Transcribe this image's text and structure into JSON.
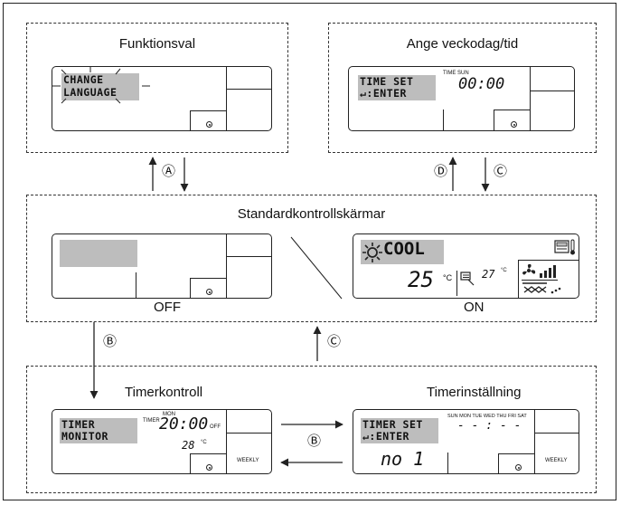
{
  "boxes": {
    "function_select": {
      "title": "Funktionsval",
      "lcd_line1": "CHANGE",
      "lcd_line2": "LANGUAGE"
    },
    "weekday_time": {
      "title": "Ange veckodag/tid",
      "lcd_line1": "TIME SET",
      "lcd_line2": "↵:ENTER",
      "small_label": "TIME SUN",
      "time": "00:00"
    },
    "standard": {
      "title": "Standardkontrollskärmar",
      "off_label": "OFF",
      "on_label": "ON",
      "mode": "COOL",
      "set_temp": "25",
      "room_temp": "27",
      "unit_c": "°C",
      "unit_c_small": "°C"
    },
    "timer_monitor": {
      "title": "Timerkontroll",
      "lcd_line1": "TIMER",
      "lcd_line2": "MONITOR",
      "timer_label": "TIMER",
      "day": "MON",
      "time": "20:00",
      "off_text": "OFF",
      "temp": "28",
      "unit_c": "°C",
      "weekly": "WEEKLY"
    },
    "timer_setting": {
      "title": "Timerinställning",
      "lcd_line1": "TIMER SET",
      "lcd_line2": "↵:ENTER",
      "days": "SUN MON TUE WED THU FRI SAT",
      "time": "- - : - -",
      "program": "no 1",
      "weekly": "WEEKLY"
    }
  },
  "connectors": {
    "a": "Ⓐ",
    "b": "Ⓑ",
    "c": "Ⓒ",
    "d": "Ⓓ"
  },
  "icons": {
    "flash": "flash-rays-icon",
    "fan": "fan-icon",
    "louver": "louver-icon",
    "thermostat": "thermostat-icon"
  }
}
